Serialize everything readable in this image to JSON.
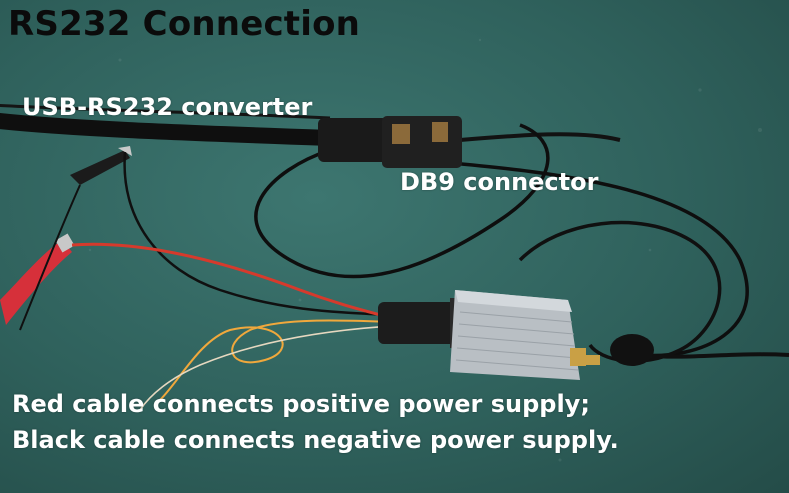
{
  "title": "RS232 Connection",
  "labels": {
    "usb_converter": "USB-RS232 converter",
    "db9_connector": "DB9 connector"
  },
  "captions": {
    "line1": "Red cable connects positive power supply;",
    "line2": "Black cable connects negative power supply."
  },
  "colors": {
    "mat": "#2f615c",
    "title_text": "#0b0b0b",
    "label_text": "#ffffff",
    "red_cable": "#d63a2c",
    "black_cable": "#111111",
    "orange_wire": "#f0a83c",
    "module": "#b9bfc4"
  }
}
